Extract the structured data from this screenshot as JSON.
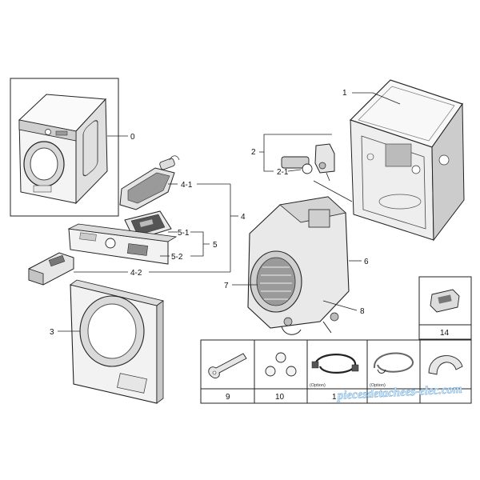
{
  "callouts": {
    "c0": "0",
    "c1": "1",
    "c2": "2",
    "c2_1": "2-1",
    "c3": "3",
    "c4": "4",
    "c4_1": "4-1",
    "c4_2": "4-2",
    "c5": "5",
    "c5_1": "5-1",
    "c5_2": "5-2",
    "c6": "6",
    "c7": "7",
    "c8": "8",
    "c14": "14"
  },
  "accessory_table": {
    "cells": [
      "9",
      "10",
      "1",
      "",
      ""
    ],
    "option_labels": [
      "(Option)",
      "(Option)"
    ]
  },
  "watermark": "piecesdetachees-elec.com",
  "colors": {
    "line": "#222222",
    "grey_fill": "#d6d6d6",
    "watermark_outline": "#7fb3dd"
  }
}
